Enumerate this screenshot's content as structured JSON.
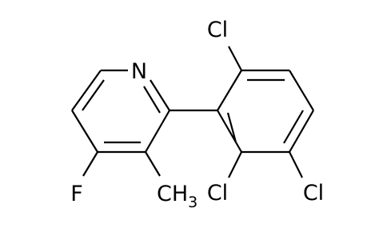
{
  "molecule": {
    "atoms": {
      "nitrogen": "N",
      "fluorine": "F",
      "methyl": "CH",
      "methyl_sub": "3",
      "chlorine_top": "Cl",
      "chlorine_mid": "Cl",
      "chlorine_right": "Cl"
    }
  }
}
